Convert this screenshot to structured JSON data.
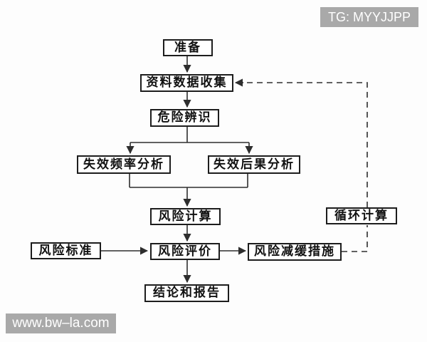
{
  "diagram": {
    "type": "flowchart",
    "nodes": {
      "prepare": "准备",
      "data_collection": "资料数据收集",
      "hazard_identification": "危险辨识",
      "failure_frequency_analysis": "失效频率分析",
      "failure_consequence_analysis": "失效后果分析",
      "risk_calculation": "风险计算",
      "loop_calculation": "循环计算",
      "risk_criteria": "风险标准",
      "risk_evaluation": "风险评价",
      "risk_mitigation_measures": "风险减缓措施",
      "conclusion_report": "结论和报告"
    },
    "edges": [
      {
        "from": "prepare",
        "to": "data_collection",
        "style": "solid"
      },
      {
        "from": "data_collection",
        "to": "hazard_identification",
        "style": "solid"
      },
      {
        "from": "hazard_identification",
        "to": "failure_frequency_analysis",
        "style": "solid"
      },
      {
        "from": "hazard_identification",
        "to": "failure_consequence_analysis",
        "style": "solid"
      },
      {
        "from": "failure_frequency_analysis",
        "to": "risk_calculation",
        "style": "solid"
      },
      {
        "from": "failure_consequence_analysis",
        "to": "risk_calculation",
        "style": "solid"
      },
      {
        "from": "risk_calculation",
        "to": "risk_evaluation",
        "style": "solid"
      },
      {
        "from": "risk_criteria",
        "to": "risk_evaluation",
        "style": "solid"
      },
      {
        "from": "risk_evaluation",
        "to": "risk_mitigation_measures",
        "style": "solid"
      },
      {
        "from": "risk_evaluation",
        "to": "conclusion_report",
        "style": "solid"
      },
      {
        "from": "risk_mitigation_measures",
        "to": "data_collection",
        "style": "dashed",
        "via": "loop_calculation"
      }
    ]
  },
  "overlays": {
    "tg_badge": "TG: MYYJJPP",
    "watermark": "www.bw–la.com"
  },
  "colors": {
    "background": "#fdfdfd",
    "line": "#2e2e2e",
    "box_border": "#1d1d1d",
    "box_bg": "#ffffff",
    "text": "#111111",
    "badge_bg": "#a9a9a9",
    "badge_text": "#ffffff"
  }
}
